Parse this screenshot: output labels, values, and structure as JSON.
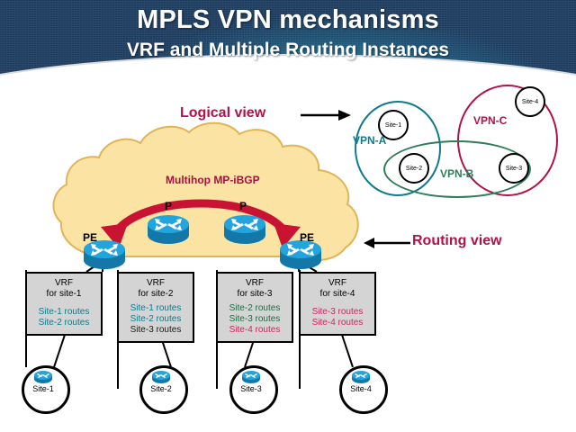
{
  "header": {
    "title": "MPLS VPN mechanisms",
    "subtitle": "VRF and Multiple Routing Instances",
    "bg_dark": "#1b3a5c",
    "bg_teal": "#2fa8bf"
  },
  "labels": {
    "logical_view": "Logical view",
    "routing_view": "Routing view",
    "accent_color": "#b0124a"
  },
  "venn": {
    "vpns": [
      {
        "name": "VPN-A",
        "color": "#0e7a8c"
      },
      {
        "name": "VPN-B",
        "color": "#2f7d5a"
      },
      {
        "name": "VPN-C",
        "color": "#b0124a"
      }
    ],
    "sites": [
      {
        "label": "Site-1",
        "membership": [
          "VPN-A"
        ]
      },
      {
        "label": "Site-2",
        "membership": [
          "VPN-A",
          "VPN-B"
        ]
      },
      {
        "label": "Site-3",
        "membership": [
          "VPN-B",
          "VPN-C"
        ]
      },
      {
        "label": "Site-4",
        "membership": [
          "VPN-C"
        ]
      }
    ]
  },
  "cloud": {
    "fill": "#fbe3a4",
    "stroke": "#e0b457",
    "annotation": "Multihop MP-iBGP",
    "annotation_color": "#a8103f",
    "arrow_color": "#c81432",
    "routers": [
      {
        "tag": "P"
      },
      {
        "tag": "P"
      },
      {
        "tag": "PE"
      },
      {
        "tag": "PE"
      }
    ]
  },
  "vrf_boxes": [
    {
      "title_line1": "VRF",
      "title_line2": "for site-1",
      "routes": [
        {
          "text": "Site-1 routes",
          "color": "#0e7a8c"
        },
        {
          "text": "Site-2 routes",
          "color": "#0e7a8c"
        }
      ]
    },
    {
      "title_line1": "VRF",
      "title_line2": "for site-2",
      "routes": [
        {
          "text": "Site-1 routes",
          "color": "#0e7a8c"
        },
        {
          "text": "Site-2 routes",
          "color": "#0e7a8c"
        },
        {
          "text": "Site-3 routes",
          "color": "#1a1a1a"
        }
      ]
    },
    {
      "title_line1": "VRF",
      "title_line2": "for site-3",
      "routes": [
        {
          "text": "Site-2 routes",
          "color": "#1f6b45"
        },
        {
          "text": "Site-3 routes",
          "color": "#1f6b45"
        },
        {
          "text": "Site-4 routes",
          "color": "#d1255c"
        }
      ]
    },
    {
      "title_line1": "VRF",
      "title_line2": "for site-4",
      "routes": [
        {
          "text": "Site-3 routes",
          "color": "#d1255c"
        },
        {
          "text": "Site-4 routes",
          "color": "#d1255c"
        }
      ]
    }
  ],
  "sites": [
    {
      "label": "Site-1"
    },
    {
      "label": "Site-2"
    },
    {
      "label": "Site-3"
    },
    {
      "label": "Site-4"
    }
  ]
}
